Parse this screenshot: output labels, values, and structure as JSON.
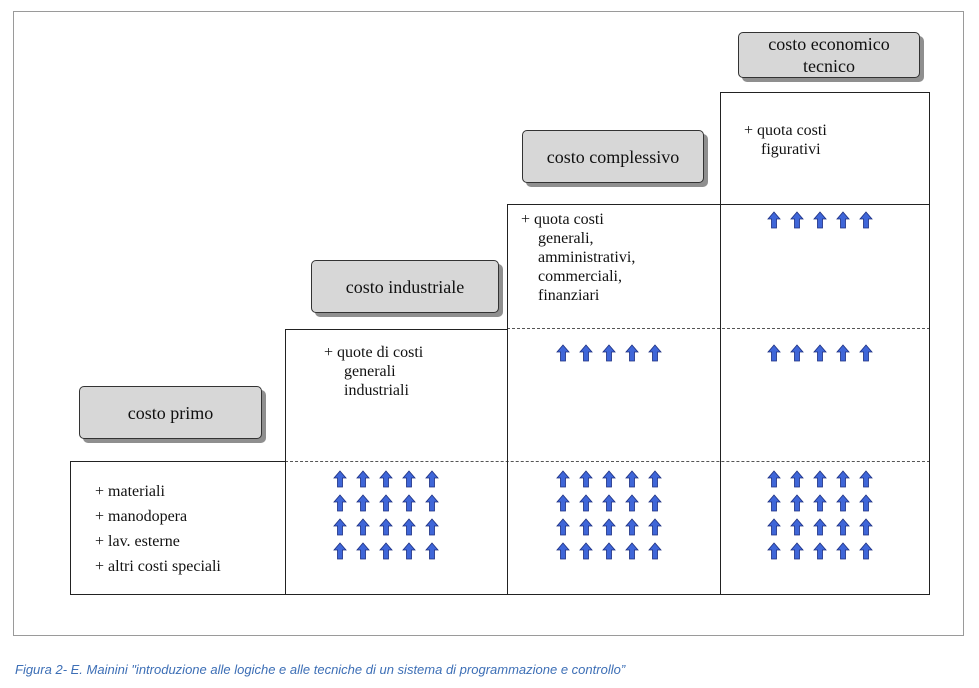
{
  "labels": {
    "primo": "costo primo",
    "industriale": "costo industriale",
    "complessivo": "costo complessivo",
    "economico_line1": "costo economico",
    "economico_line2": "tecnico"
  },
  "col1_items": [
    "+ materiali",
    "+ manodopera",
    "+ lav. esterne",
    "+ altri costi speciali"
  ],
  "col2_text": [
    "+ quote di costi",
    "generali",
    "industriali"
  ],
  "col3_text": [
    "+ quota costi",
    "generali,",
    "amministrativi,",
    "commerciali,",
    "finanziari"
  ],
  "col4_text": [
    "+ quota costi",
    "figurativi"
  ],
  "arrow_icon": "up-arrow-icon",
  "arrow_color": "#3f66d8",
  "caption": "Figura 2- E. Mainini \"introduzione alle logiche e alle tecniche di un sistema di programmazione e controllo”"
}
